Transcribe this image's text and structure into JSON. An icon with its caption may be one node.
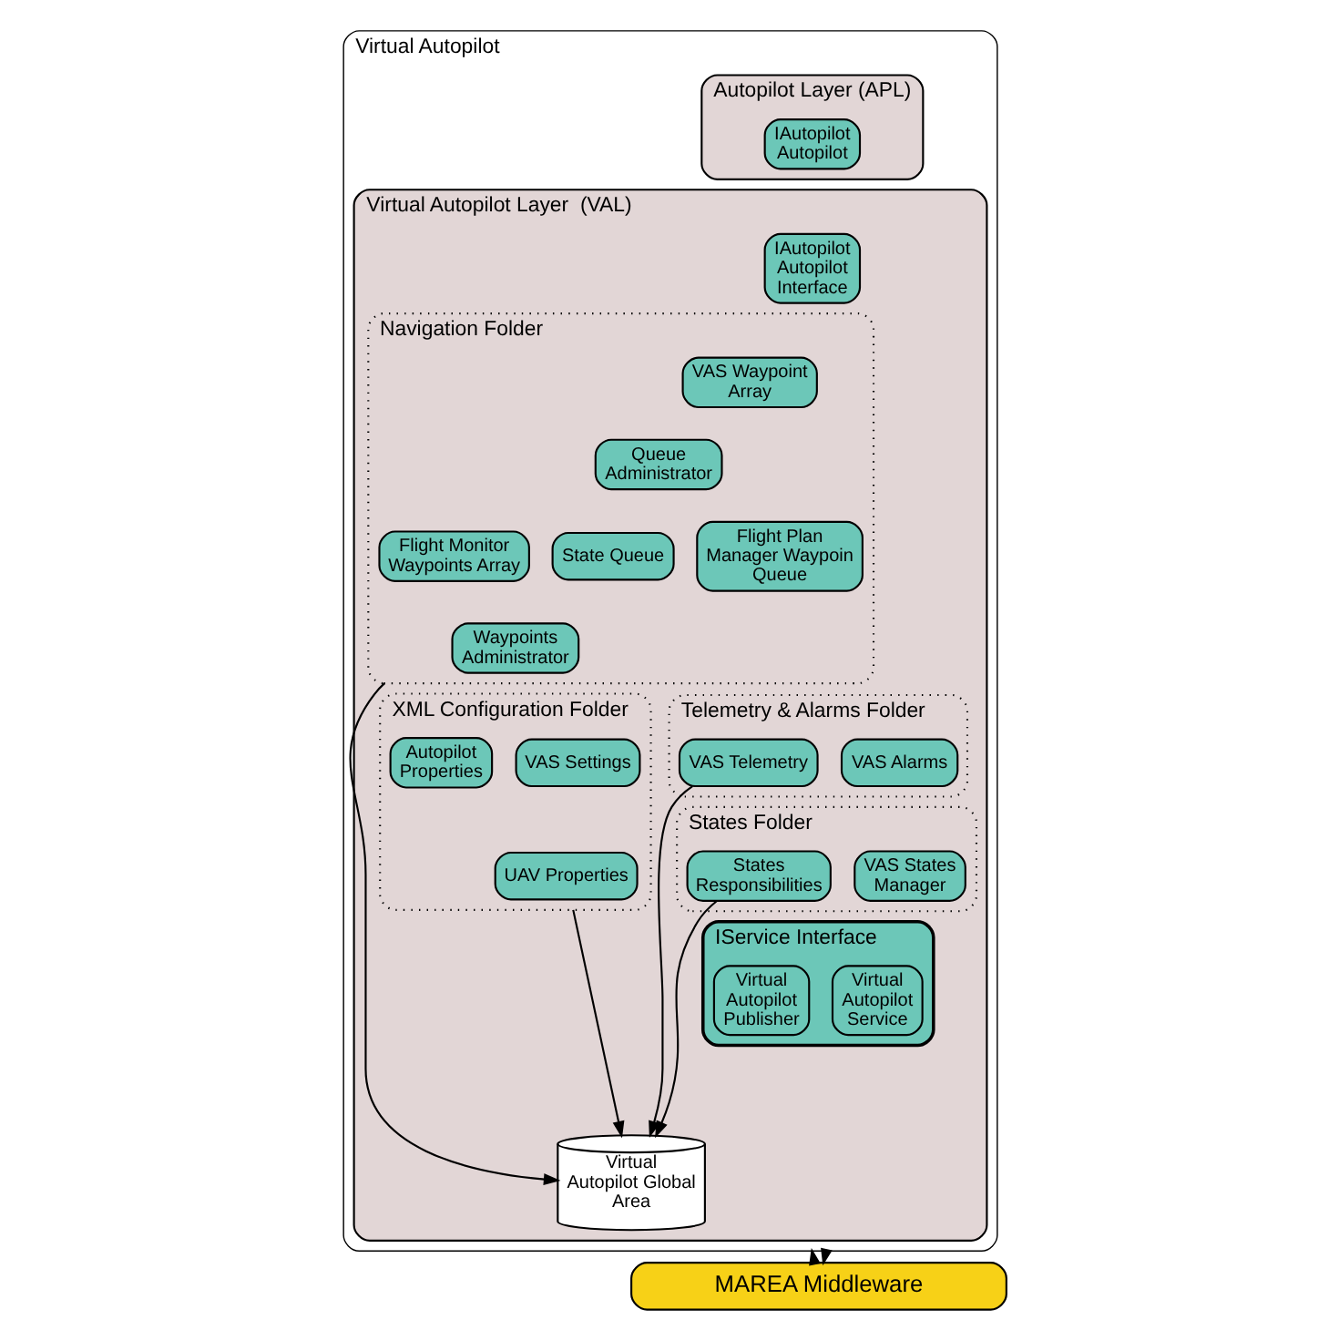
{
  "diagram": {
    "nodes": [
      {
        "text": [
          "Virtual Autopilot"
        ]
      },
      {
        "text": [
          "Autopilot Layer (APL)"
        ],
        "in": 0
      },
      {
        "text": [
          "IAutopilot",
          "Autopilot"
        ],
        "in": 1
      },
      {
        "text": [
          "Virtual Autopilot Layer  (VAL)"
        ],
        "in": 0
      },
      {
        "text": [
          "IAutopilot Autopilot Interface"
        ],
        "in": 3
      },
      {
        "text": [
          "Navigation Folder"
        ],
        "in": 3
      },
      {
        "text": [
          "VAS Waypoint Array"
        ],
        "in": 5
      },
      {
        "text": [
          "Queue Administrator"
        ],
        "in": 5
      },
      {
        "text": [
          "Flight Plan Manager Waypoin Queue"
        ],
        "in": 5
      },
      {
        "text": [
          "Flight Monitor Waypoints Array"
        ],
        "in": 5
      },
      {
        "text": [
          "State Queue"
        ],
        "in": 5
      },
      {
        "text": [
          "Waypoints Administrator"
        ],
        "in": 5
      },
      {
        "text": [
          "Telemetry & Alarms Folder"
        ],
        "in": 3
      },
      {
        "text": [
          "VAS Alarms"
        ],
        "in": 12
      },
      {
        "text": [
          "VAS Telemetry"
        ],
        "in": 12
      },
      {
        "text": [
          "Virtual Autopilot Global Area"
        ],
        "in": 3
      },
      {
        "text": [
          "XML Configuration Folder"
        ],
        "in": 3
      },
      {
        "text": [
          "VAS Settings"
        ],
        "in": 16
      },
      {
        "text": [
          "Autopilot Properties"
        ],
        "in": 16
      },
      {
        "text": [
          "UAV Properties"
        ],
        "in": 16
      },
      {
        "text": [
          "States Folder"
        ],
        "in": 3
      },
      {
        "text": [
          "VAS States Manager"
        ],
        "in": 20
      },
      {
        "text": [
          "States Responsibilities"
        ],
        "in": 20
      },
      {
        "text": [
          "IService Interface"
        ],
        "in": 3
      },
      {
        "text": [
          "Virtual Autopilot Publisher"
        ],
        "in": 23
      },
      {
        "text": [
          "Virtual Autopilot Service"
        ],
        "in": 23
      },
      {
        "text": [
          "MAREA Middleware"
        ]
      }
    ],
    "edges": [
      {
        "from": 5,
        "to": 15,
        "arrow": "to"
      },
      {
        "from": 14,
        "to": 15,
        "arrow": "to"
      },
      {
        "from": 16,
        "to": 15,
        "arrow": "to"
      },
      {
        "from": 22,
        "to": 15,
        "arrow": "to"
      },
      {
        "from": 0,
        "to": 26,
        "arrow": "to"
      },
      {
        "from": 26,
        "to": 0,
        "arrow": "to"
      }
    ]
  }
}
